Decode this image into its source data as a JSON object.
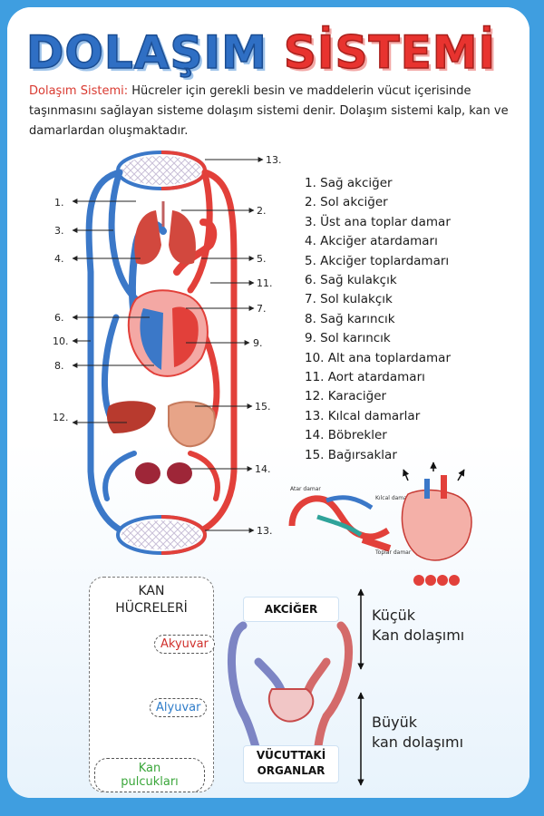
{
  "title": {
    "part1": "DOLAŞIM",
    "part2": "SİSTEMİ"
  },
  "intro": {
    "lead": "Dolaşım Sistemi:",
    "text": " Hücreler için gerekli besin ve maddelerin vücut içerisinde taşınmasını sağlayan sisteme dolaşım sistemi denir. Dolaşım sistemi kalp, kan ve damarlardan oluşmaktadır."
  },
  "diagram_labels": {
    "n1": "1.",
    "n2": "2.",
    "n3": "3.",
    "n4": "4.",
    "n5": "5.",
    "n6": "6.",
    "n7": "7.",
    "n8": "8.",
    "n9": "9.",
    "n10": "10.",
    "n11": "11.",
    "n12": "12.",
    "n13_top": "13.",
    "n13_bottom": "13.",
    "n14": "14.",
    "n15": "15."
  },
  "legend": [
    "1. Sağ akciğer",
    "2. Sol akciğer",
    "3. Üst ana toplar damar",
    "4. Akciğer atardamarı",
    "5. Akciğer toplardamarı",
    "6. Sağ kulakçık",
    "7. Sol kulakçık",
    "8. Sağ karıncık",
    "9. Sol karıncık",
    "10. Alt ana toplardamar",
    "11. Aort atardamarı",
    "12. Karaciğer",
    "13. Kılcal damarlar",
    "14. Böbrekler",
    "15. Bağırsaklar"
  ],
  "vessel_diagram": {
    "artery": "Atar damar",
    "capillary": "Kılcal damar",
    "vein": "Toplar damar"
  },
  "blood_cells": {
    "title_line1": "KAN",
    "title_line2": "HÜCRELERİ",
    "rbc": "Akyuvar",
    "wbc": "Alyuvar",
    "platelet_line1": "Kan",
    "platelet_line2": "pulcukları"
  },
  "circulation": {
    "lung_box": "AKCİĞER",
    "body_box_line1": "VÜCUTTAKİ",
    "body_box_line2": "ORGANLAR",
    "small_line1": "Küçük",
    "small_line2": "Kan dolaşımı",
    "big_line1": "Büyük",
    "big_line2": "kan dolaşımı"
  },
  "colors": {
    "artery": "#e2403a",
    "vein": "#3b78c8",
    "title_blue": "#2f6fc4",
    "title_red": "#e8332f",
    "frame": "#3f9ee0"
  }
}
